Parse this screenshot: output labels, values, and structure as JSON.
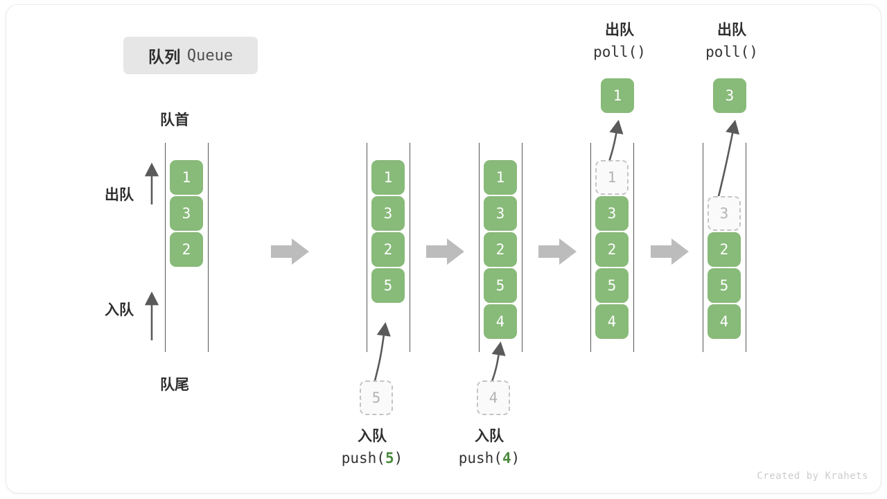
{
  "title": {
    "cn": "队列",
    "en": "Queue"
  },
  "labels": {
    "front": "队首",
    "rear": "队尾",
    "dequeue": "出队",
    "enqueue": "入队"
  },
  "footer": "Created by Krahets",
  "colors": {
    "cell_fill": "#88ba79",
    "cell_text": "#ffffff",
    "ghost_border": "#c4c4c4",
    "ghost_text": "#b3b3b3",
    "rail": "#555555",
    "arrow": "#5a5a5a",
    "step_arrow": "#bcbcbc",
    "badge_bg": "#e6e6e6",
    "accent_green": "#4a8a3c"
  },
  "steps": [
    {
      "name": "initial",
      "cells": [
        {
          "value": "1",
          "state": "filled"
        },
        {
          "value": "3",
          "state": "filled"
        },
        {
          "value": "2",
          "state": "filled"
        }
      ],
      "side_labels": [
        {
          "text": "出队"
        },
        {
          "text": "入队"
        }
      ],
      "top_label": "队首",
      "bottom_label": "队尾"
    },
    {
      "name": "push-5",
      "cells": [
        {
          "value": "1",
          "state": "filled"
        },
        {
          "value": "3",
          "state": "filled"
        },
        {
          "value": "2",
          "state": "filled"
        },
        {
          "value": "5",
          "state": "filled"
        }
      ],
      "incoming": {
        "value": "5",
        "state": "ghost"
      },
      "caption": {
        "line1": "入队",
        "op": "push(",
        "arg": "5",
        "close": ")"
      }
    },
    {
      "name": "push-4",
      "cells": [
        {
          "value": "1",
          "state": "filled"
        },
        {
          "value": "3",
          "state": "filled"
        },
        {
          "value": "2",
          "state": "filled"
        },
        {
          "value": "5",
          "state": "filled"
        },
        {
          "value": "4",
          "state": "filled"
        }
      ],
      "incoming": {
        "value": "4",
        "state": "ghost"
      },
      "caption": {
        "line1": "入队",
        "op": "push(",
        "arg": "4",
        "close": ")"
      }
    },
    {
      "name": "poll-1",
      "cells": [
        {
          "value": "1",
          "state": "ghost"
        },
        {
          "value": "3",
          "state": "filled"
        },
        {
          "value": "2",
          "state": "filled"
        },
        {
          "value": "5",
          "state": "filled"
        },
        {
          "value": "4",
          "state": "filled"
        }
      ],
      "popped": {
        "value": "1",
        "state": "filled"
      },
      "caption_top": {
        "line1": "出队",
        "line2": "poll()"
      }
    },
    {
      "name": "poll-3",
      "cells": [
        {
          "value": "3",
          "state": "ghost"
        },
        {
          "value": "2",
          "state": "filled"
        },
        {
          "value": "5",
          "state": "filled"
        },
        {
          "value": "4",
          "state": "filled"
        }
      ],
      "popped": {
        "value": "3",
        "state": "filled"
      },
      "caption_top": {
        "line1": "出队",
        "line2": "poll()"
      }
    }
  ]
}
